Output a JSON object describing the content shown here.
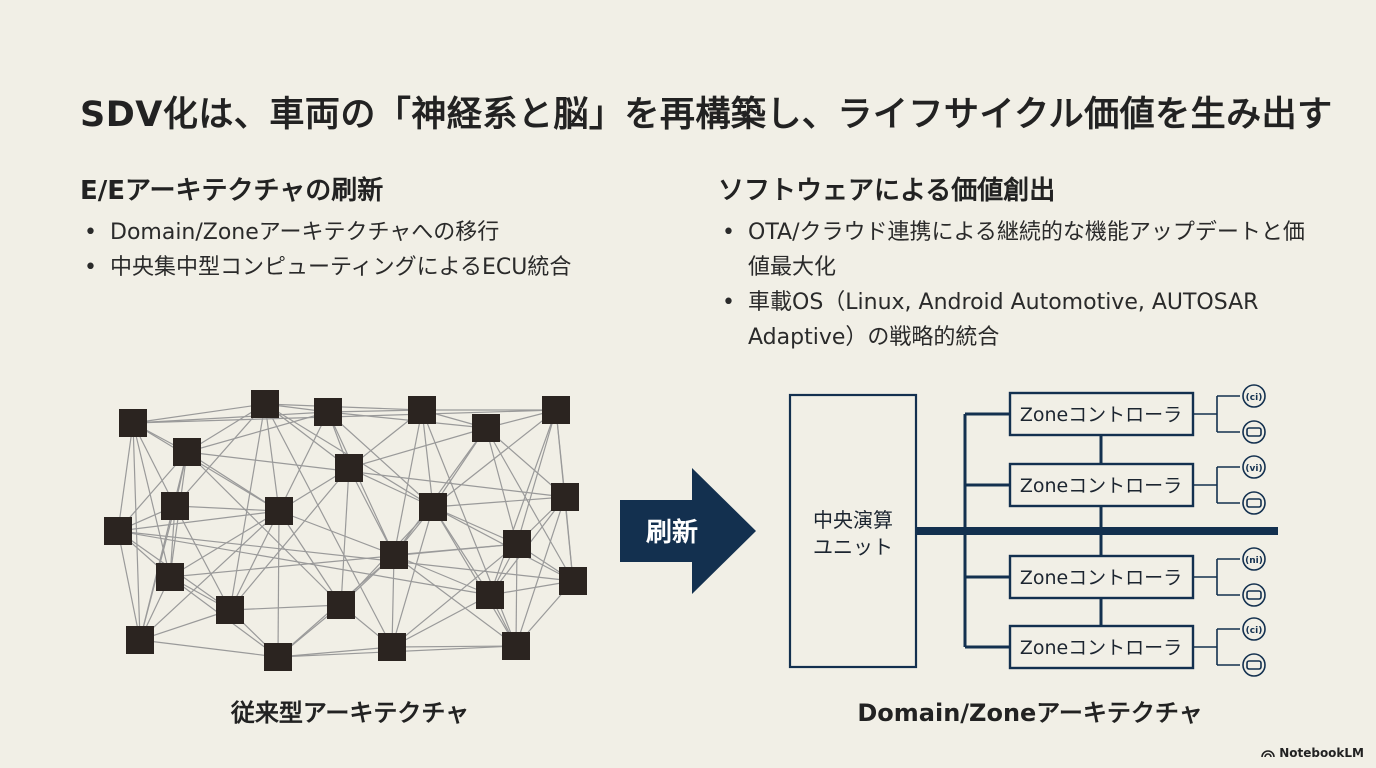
{
  "title": "SDV化は、車両の「神経系と脳」を再構築し、ライフサイクル価値を生み出す",
  "left": {
    "heading": "E/Eアーキテクチャの刷新",
    "bullets": [
      "Domain/Zoneアーキテクチャへの移行",
      "中央集中型コンピューティングによるECU統合"
    ]
  },
  "right": {
    "heading": "ソフトウェアによる価値創出",
    "bullets": [
      "OTA/クラウド連携による継続的な機能アップデートと価値最大化",
      "車載OS（Linux, Android Automotive, AUTOSAR Adaptive）の戦略的統合"
    ]
  },
  "diagram": {
    "arrow_label": "刷新",
    "central_unit_line1": "中央演算",
    "central_unit_line2": "ユニット",
    "zone_label": "Zoneコントローラ",
    "sensor_labels": [
      "(ci)",
      "(vi)",
      "(ni)",
      "(ci)"
    ],
    "caption_left": "従来型アーキテクチャ",
    "caption_right": "Domain/Zoneアーキテクチャ"
  },
  "brand": "NotebookLM",
  "colors": {
    "background": "#f1efe6",
    "navy": "#13304f",
    "node": "#2b2420",
    "mesh": "#9a9a9a"
  }
}
